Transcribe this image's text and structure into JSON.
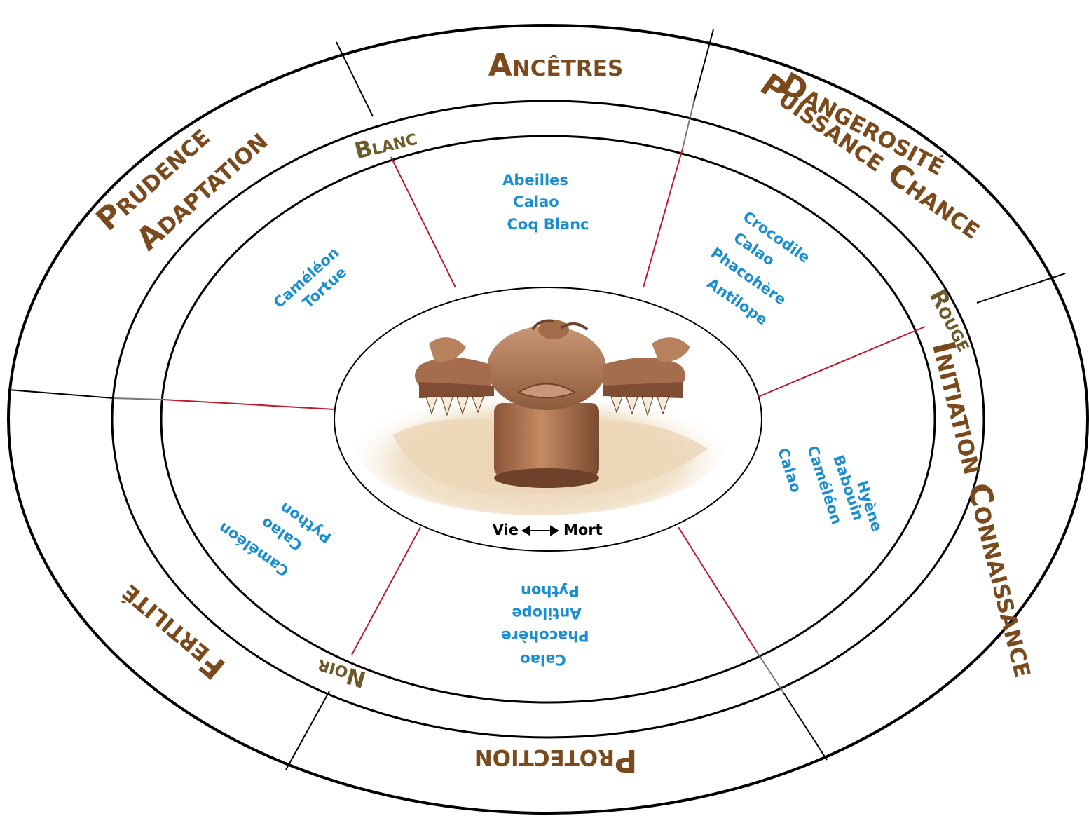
{
  "outer_themes": {
    "ancetres": "Ancêtres",
    "dangerosite": "Dangerosité",
    "puissance_chance": "Puissance Chance",
    "prudence": "Prudence",
    "adaptation": "Adaptation",
    "initiation_connaissance": "Initiation Connaissance",
    "fertilite": "Fertilité",
    "protection": "Protection"
  },
  "colors": {
    "blanc": "Blanc",
    "rouge": "Rouge",
    "noir": "Noir"
  },
  "animal_groups": {
    "top": [
      "Abeilles",
      "Calao",
      "Coq Blanc"
    ],
    "top_left": [
      "Caméléon",
      "Tortue"
    ],
    "top_right": [
      "Crocodile",
      "Calao",
      "Phacohère",
      "Antilope"
    ],
    "right": [
      "Hyène",
      "Babouin",
      "Caméléon",
      "Calao"
    ],
    "bottom": [
      "Python",
      "Antilope",
      "Phacohère",
      "Calao"
    ],
    "left": [
      "Python",
      "Calao",
      "Caméléon"
    ]
  },
  "center_caption": {
    "left": "Vie",
    "right": "Mort"
  },
  "palette": {
    "theme_text": "#7a4a1c",
    "color_text": "#6f5a2a",
    "animal_text": "#1a8ed0",
    "inner_divider": "#c0182e"
  }
}
